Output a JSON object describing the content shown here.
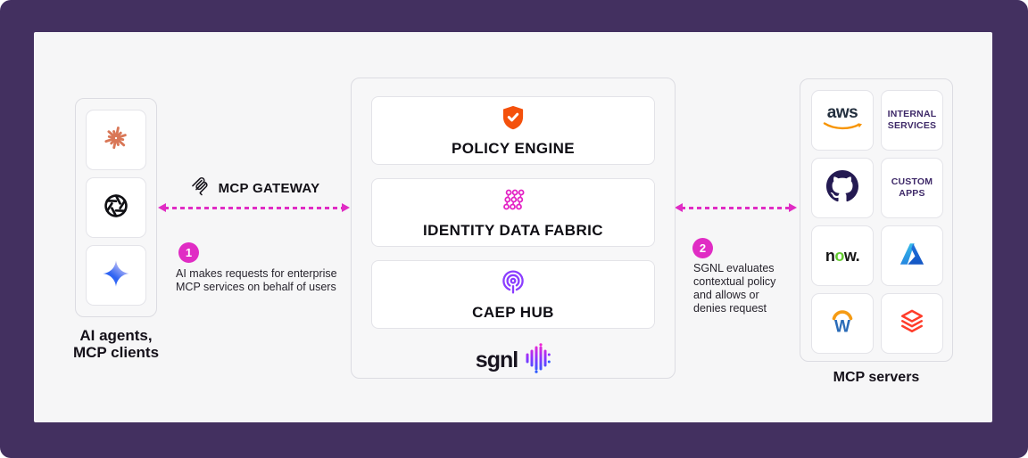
{
  "colors": {
    "accent": "#e02cc4",
    "bg": "#433060",
    "panel": "#f6f6f7",
    "shield": "#f4510c",
    "fabric": "#e320c4",
    "caep": "#8b3dff",
    "anthropic": "#d97757"
  },
  "left": {
    "caption_line1": "AI agents,",
    "caption_line2": "MCP clients",
    "tiles": [
      {
        "icon": "anthropic-logo"
      },
      {
        "icon": "openai-logo"
      },
      {
        "icon": "gemini-logo"
      }
    ]
  },
  "gateway": {
    "label": "MCP GATEWAY",
    "icon": "mcp-icon"
  },
  "steps": [
    {
      "number": "1",
      "text": "AI makes requests for enterprise MCP services on behalf of users"
    },
    {
      "number": "2",
      "text": "SGNL evaluates contextual policy and allows or denies request"
    }
  ],
  "center": {
    "cards": [
      {
        "label": "POLICY ENGINE",
        "icon": "policy-shield-icon"
      },
      {
        "label": "IDENTITY DATA FABRIC",
        "icon": "identity-data-fabric-icon"
      },
      {
        "label": "CAEP HUB",
        "icon": "caep-hub-icon"
      }
    ],
    "logo_text": "sgnl",
    "logo_icon": "sgnl-signal-icon"
  },
  "right": {
    "caption": "MCP servers",
    "tiles": [
      {
        "icon": "aws-logo",
        "text": "aws"
      },
      {
        "line1": "INTERNAL",
        "line2": "SERVICES"
      },
      {
        "icon": "github-logo"
      },
      {
        "line1": "CUSTOM",
        "line2": "APPS"
      },
      {
        "icon": "servicenow-logo",
        "n": "n",
        "o": "o",
        "w": "w."
      },
      {
        "icon": "azure-logo"
      },
      {
        "icon": "workday-logo",
        "letter": "W"
      },
      {
        "icon": "databricks-logo"
      }
    ]
  }
}
